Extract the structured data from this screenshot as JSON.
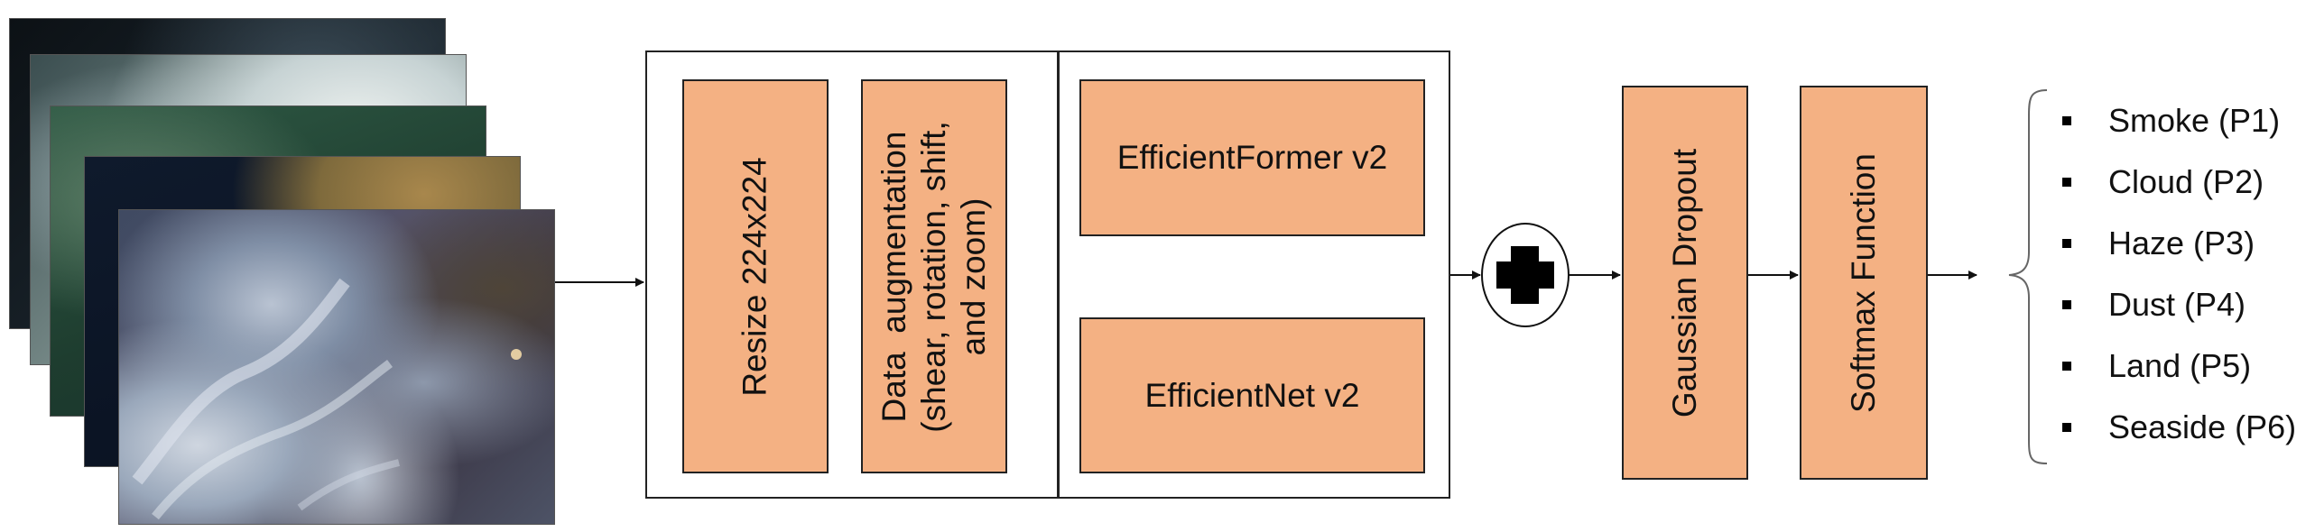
{
  "diagram": {
    "resize_label": "Resize 224x224",
    "augmentation_line1": "Data  augmentation",
    "augmentation_line2": "(shear, rotation, shift,",
    "augmentation_line3": "and zoom)",
    "efficientformer_label": "EfficientFormer v2",
    "efficientnet_label": "EfficientNet v2",
    "dropout_label": "Gaussian Dropout",
    "softmax_label": "Softmax Function",
    "outputs": [
      "Smoke (P1)",
      "Cloud (P2)",
      "Haze (P3)",
      "Dust (P4)",
      "Land (P5)",
      "Seaside (P6)"
    ],
    "box_fill_color": "#f4b183",
    "line_color": "#111111",
    "icons": {
      "merge": "plus-icon",
      "input": "satellite-image-stack"
    }
  }
}
